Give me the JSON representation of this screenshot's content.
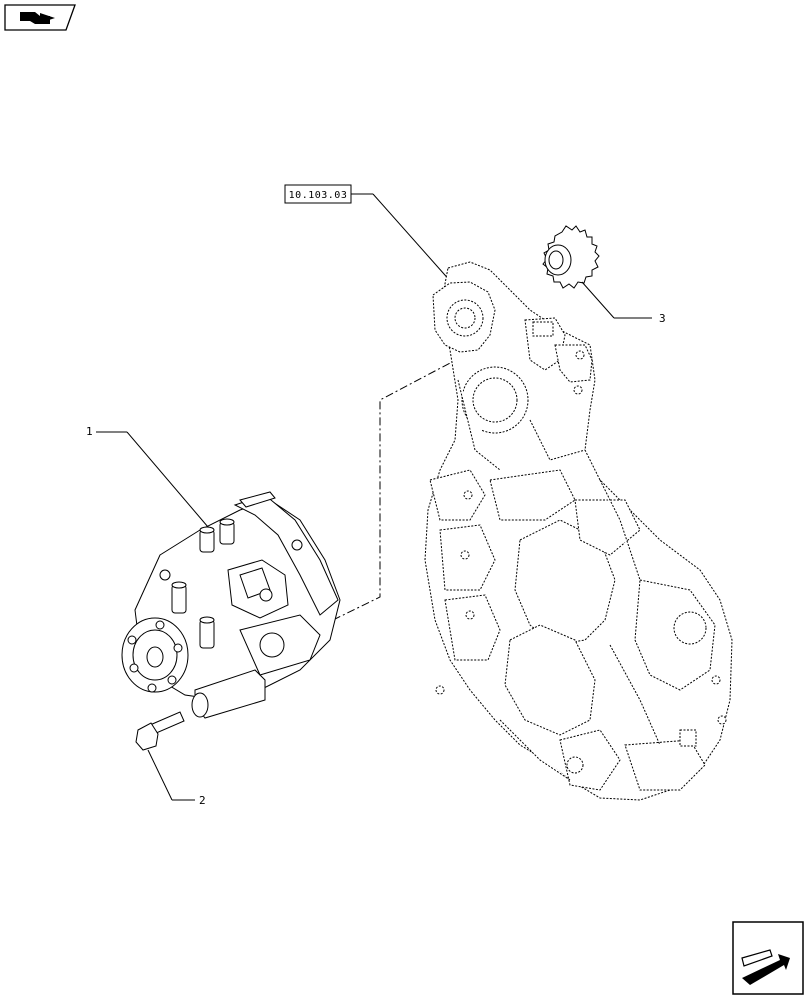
{
  "reference_box": {
    "text": "10.103.03"
  },
  "callouts": [
    {
      "id": "1",
      "text": "1"
    },
    {
      "id": "2",
      "text": "2"
    },
    {
      "id": "3",
      "text": "3"
    }
  ],
  "icons": {
    "top_left": "book-arrow-icon",
    "bottom_right": "next-page-arrow-icon"
  }
}
